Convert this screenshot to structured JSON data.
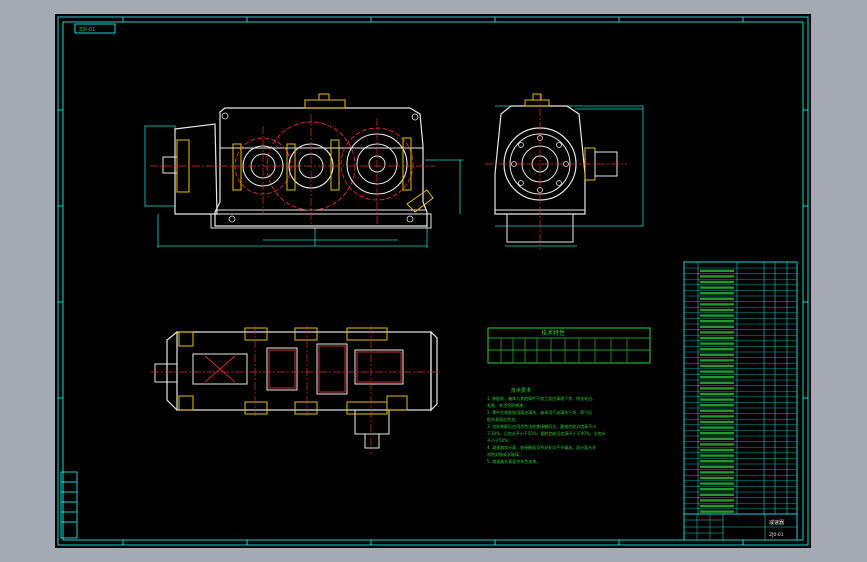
{
  "corner_tag": "ZJ0-01",
  "tech_table": {
    "title": "技术特性"
  },
  "requirements": {
    "heading": "技术要求",
    "lines": [
      "1.  装配前，箱体与其他铸件不加工面应清理干净，除去毛边、",
      "毛刺，并浸涂防锈漆；",
      "2.  零件在装配前用煤油清洗，轴承用汽油清洗干净，晾干后",
      "配合表面应涂油；",
      "3.  齿轮装配后应用涂色法检查接触斑点，圆锥齿轮沿齿高不小",
      "于30%，沿齿长不小于50%，圆柱齿轮沿齿高不小于40%，沿齿长",
      "不小于50%；",
      "4.  减速器剖分面、各接触面及密封处均不许漏油，剖分面允许",
      "涂密封胶或水玻璃；",
      "5.  减速器外表面涂灰色油漆。"
    ]
  },
  "title_block": {
    "name": "减速器",
    "code": "ZJ0-01"
  }
}
